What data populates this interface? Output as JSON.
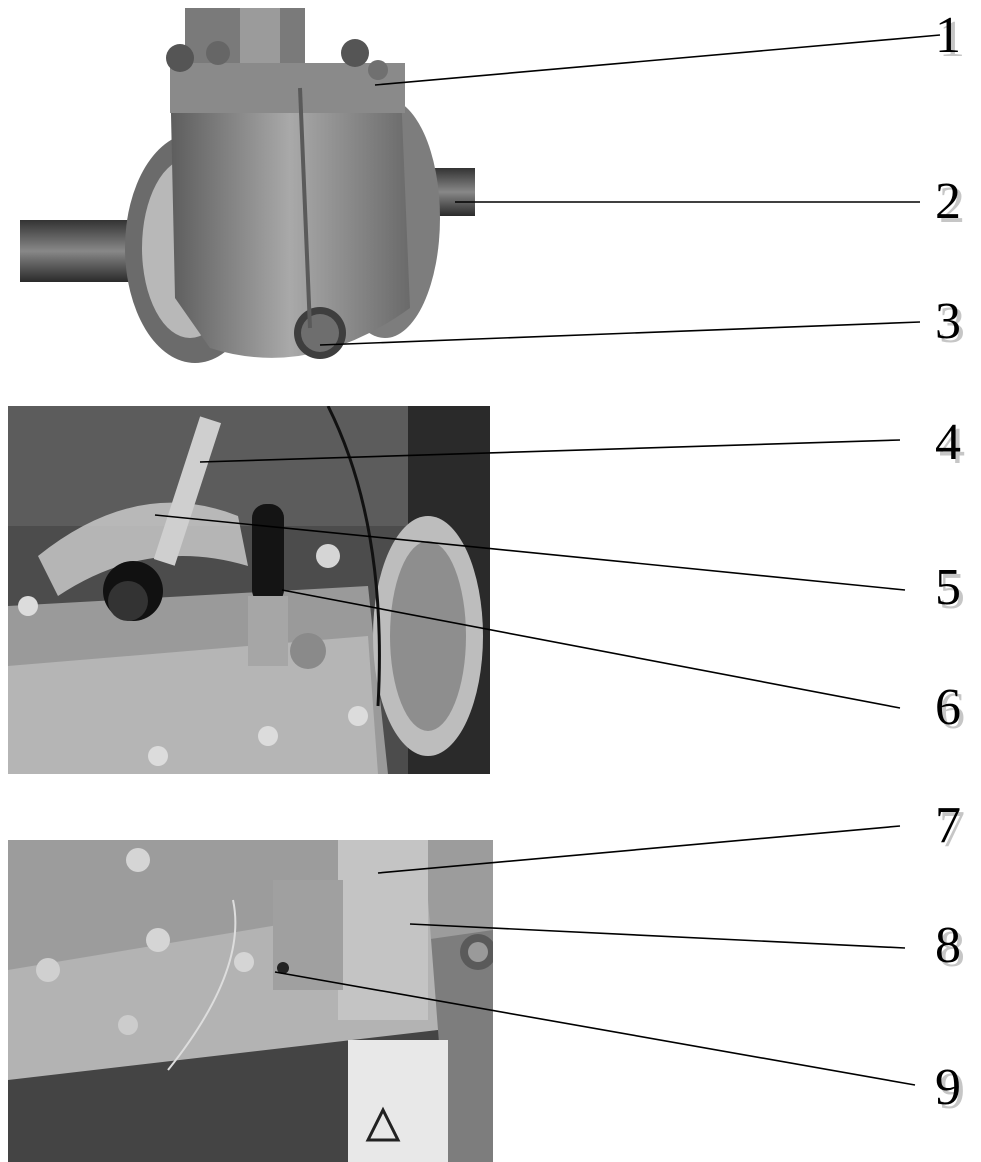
{
  "figure": {
    "panels": [
      {
        "name": "gearbox-photo",
        "callouts": [
          "1",
          "2",
          "3"
        ]
      },
      {
        "name": "shift-lever-photo",
        "callouts": [
          "4",
          "5",
          "6"
        ]
      },
      {
        "name": "transmission-side-photo",
        "callouts": [
          "7",
          "8",
          "9"
        ]
      }
    ],
    "colors": {
      "text": "#000000",
      "shadow": "#c6c6c6",
      "line": "#000000"
    }
  }
}
